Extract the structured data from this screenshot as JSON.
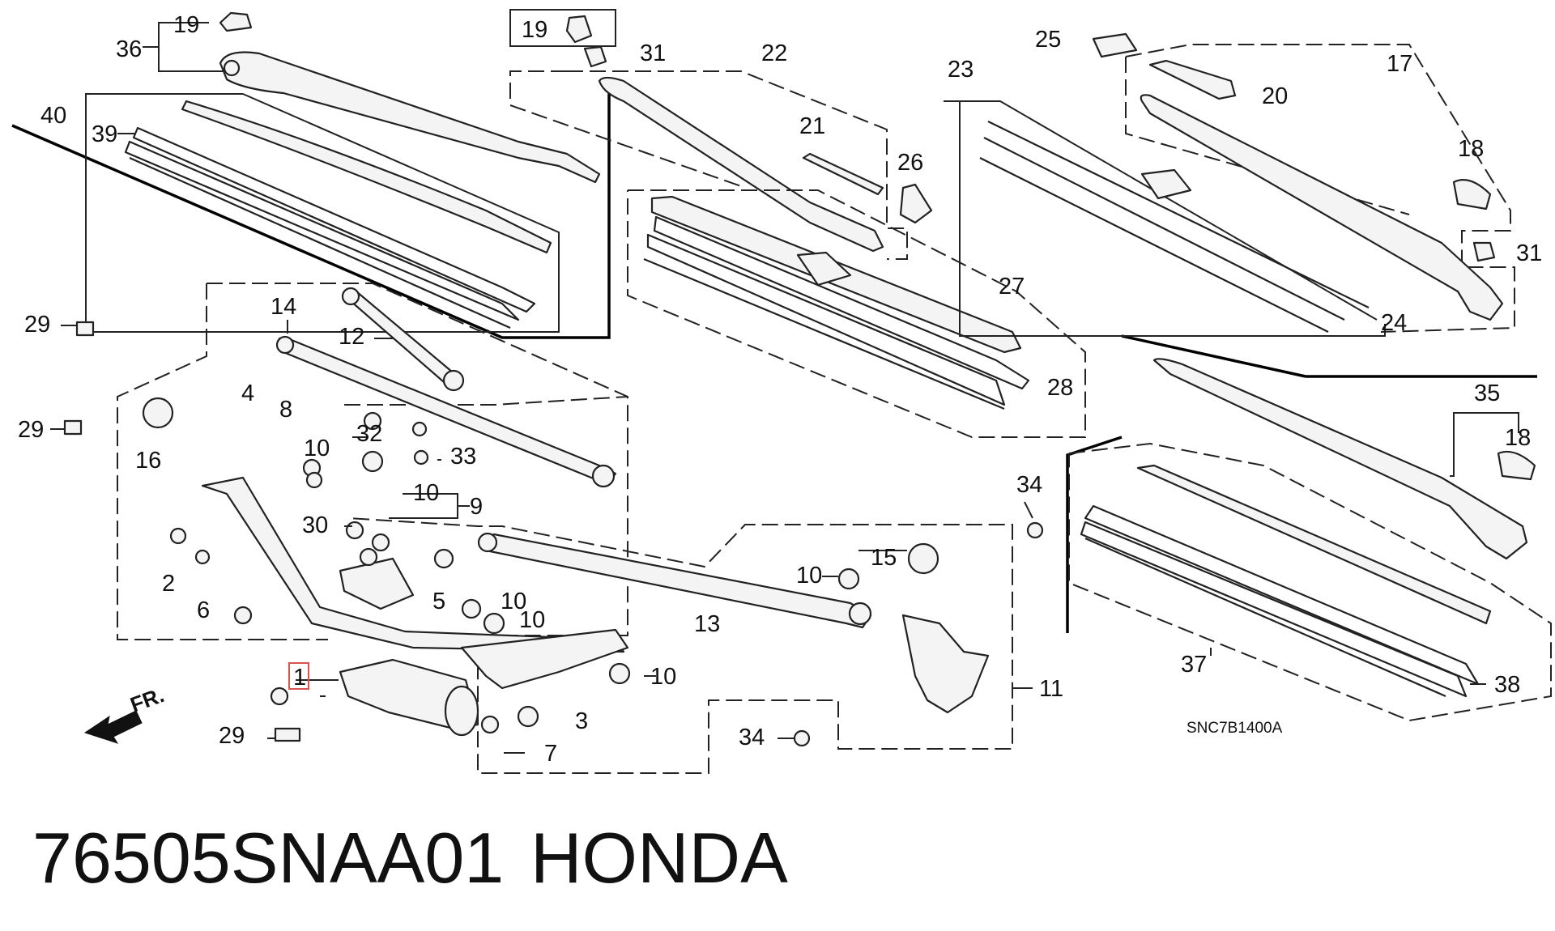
{
  "diagram_code": "SNC7B1400A",
  "footer": {
    "part_number": "76505SNAA01",
    "brand": "HONDA"
  },
  "direction_arrow": "FR.",
  "callouts": [
    "1",
    "2",
    "3",
    "4",
    "5",
    "6",
    "7",
    "8",
    "9",
    "10",
    "11",
    "12",
    "13",
    "14",
    "15",
    "16",
    "17",
    "18",
    "19",
    "20",
    "21",
    "22",
    "23",
    "24",
    "25",
    "26",
    "27",
    "28",
    "29",
    "30",
    "31",
    "32",
    "33",
    "34",
    "35",
    "36",
    "37",
    "38",
    "39",
    "40"
  ],
  "highlighted_callout": "1",
  "highlight_color": "#d9534f"
}
